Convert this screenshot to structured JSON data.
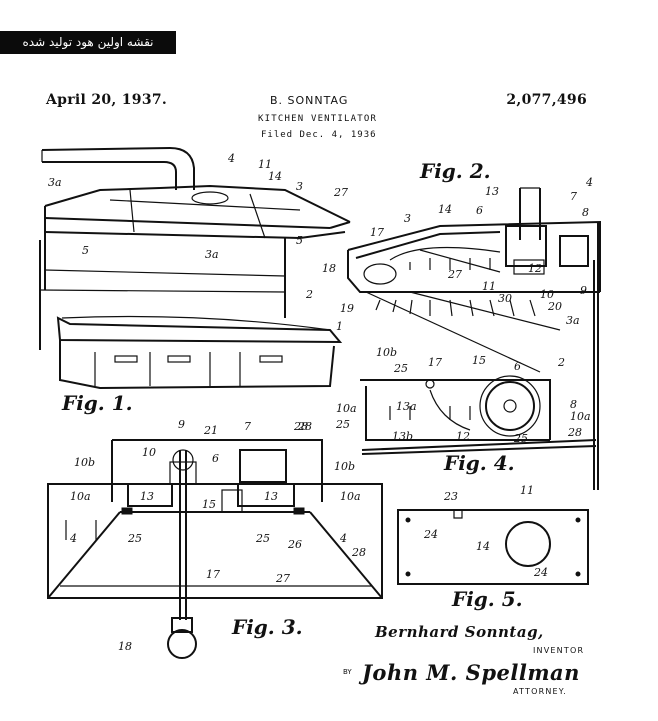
{
  "badge_text": "نقشه اولین هود تولید شده",
  "patent": {
    "date": "April 20, 1937.",
    "inventor_name": "B. SONNTAG",
    "number": "2,077,496",
    "title": "KITCHEN VENTILATOR",
    "filed": "Filed Dec. 4, 1936"
  },
  "signatures": {
    "inventor_signature": "Bernhard Sonntag,",
    "inventor_label": "INVENTOR",
    "by_label": "BY",
    "attorney_signature": "John M. Spellman",
    "attorney_label": "ATTORNEY."
  },
  "figure_labels": [
    "Fig. 1.",
    "Fig. 2.",
    "Fig. 3.",
    "Fig. 4.",
    "Fig. 5."
  ],
  "fig1_refs": [
    "4",
    "11",
    "14",
    "3",
    "27",
    "3a",
    "5",
    "5",
    "3a",
    "2",
    "1"
  ],
  "fig2_refs": [
    "13",
    "4",
    "7",
    "8",
    "14",
    "6",
    "3",
    "17",
    "18",
    "27",
    "12",
    "11",
    "30",
    "10",
    "9",
    "20",
    "19",
    "3a",
    "2"
  ],
  "fig3_refs": [
    "9",
    "21",
    "10",
    "6",
    "7",
    "10b",
    "10b",
    "28",
    "10a",
    "13",
    "13",
    "15",
    "10a",
    "4",
    "25",
    "25",
    "26",
    "4",
    "28",
    "17",
    "27",
    "18"
  ],
  "fig4_refs": [
    "10b",
    "25",
    "17",
    "15",
    "6",
    "8",
    "10a",
    "13a",
    "10a",
    "28",
    "25",
    "13b",
    "12",
    "25",
    "28"
  ],
  "fig5_refs": [
    "23",
    "11",
    "24",
    "14",
    "24"
  ]
}
